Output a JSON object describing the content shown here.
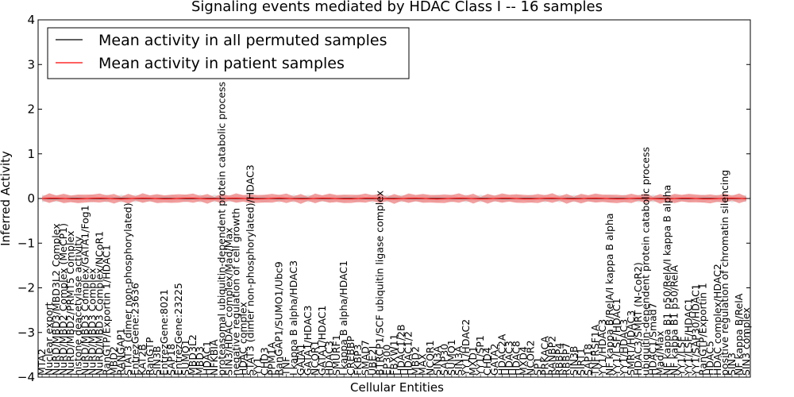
{
  "chart_data": {
    "type": "line",
    "title": "Signaling events mediated by HDAC Class I -- 16 samples",
    "xlabel": "Cellular Entities",
    "ylabel": "Inferred Activity",
    "ylim": [
      -4,
      4
    ],
    "yticks": [
      "4",
      "3",
      "2",
      "1",
      "0",
      "−1",
      "−2",
      "−3",
      "−4"
    ],
    "grid": false,
    "legend_position": "top-left",
    "categories": [
      "MTA2",
      "Nuclear export",
      "NuRD/MBD3/MBD3L2 Complex",
      "NuRD/MBD2 Complex (MeCP1)",
      "NuRD/MBD2/PRMT5 Complex",
      "histone deacetylase activity",
      "NuRD/MBD3 Complex/GATA1/Fog1",
      "NuRD/MBD3 Complex",
      "NuRD/MBD3 Complex/NCoR1",
      "RanGTP/Exportin 1/HDAC1",
      "MBD2",
      "RANGAP1",
      "STAT3 (dimer non-phosphorylated)",
      "EntrezGene:23636",
      "KAT2B",
      "RanGTP",
      "SIN3B",
      "EntrezGene:8021",
      "SAP18",
      "EntrezGene:23225",
      "SUMO1",
      "MBD3L2",
      "MBD3",
      "HDAC1",
      "NFKBIA",
      "proteasomal ubiquitin-dependent protein catabolic process",
      "SIN3/HDAC complex/Mad/Max",
      "negative regulation of cell growth",
      "HDAC complex",
      "STAT3 (dimer non-phosphorylated)/HDAC3",
      "YY1",
      "CHD3",
      "PPM1A",
      "RanGAP1/SUMO1/Ubc9",
      "TNF",
      "I kappa B alpha/HDAC3",
      "GATA1",
      "GATA1/HDAC3",
      "NCOR1",
      "GATA1/HDAC1",
      "HDAC3",
      "SMURF1",
      "I kappa B alpha/HDAC1",
      "CREBBP",
      "FKBP3",
      "SMAD7",
      "UBE2I",
      "BTRCP1/SCF ubiquitin ligase complex",
      "EP300",
      "FBXW11",
      "HDAC1/2B",
      "HDAC1/2",
      "MBD2",
      "MAX",
      "NCOR1",
      "SIN3A",
      "SAP30",
      "SUMO1",
      "SIN3A",
      "YY1/HDAC2",
      "MXD1",
      "YY1/SP1",
      "CHD4",
      "GATA2",
      "HDAC2A",
      "HDAC3",
      "HDAC8",
      "MXD4",
      "NCOR2",
      "SP1",
      "PRKACA",
      "RANBP2",
      "RBBP4",
      "RBBP7",
      "SIN3B",
      "SIRT1",
      "SAP18",
      "TNFRSF1A",
      "YY1/HDAC3",
      "NF kappa B/RelA/I kappa B alpha",
      "YY1/LSF/HDAC1",
      "YY1/HDAC3",
      "SMRT/HDAC3",
      "HDAC3/SMRT (N-CoR2)",
      "ubiquitin-dependent protein catabolic process",
      "HDAC1/Smad7",
      "Mad/Max",
      "NF kappa B1 p50/RelA/I kappa B alpha",
      "NF kappa B1 p50/RelA",
      "YY1/LSF",
      "YY1/LSF/HDAC1",
      "YY1/SAP30/HDAC1",
      "RanGTP/Exportin 1",
      "HDAC5",
      "HDAC complex/HDAC2",
      "positive regulation of chromatin silencing",
      "SIN3",
      "NF kappa B/RelA",
      "SIN3 complex"
    ],
    "series": [
      {
        "name": "Mean activity in all permuted samples",
        "color": "#000000",
        "band_color": "#bbbbbb"
      },
      {
        "name": "Mean activity in patient samples",
        "color": "#ff0000",
        "band_color": "#f08080"
      }
    ]
  }
}
